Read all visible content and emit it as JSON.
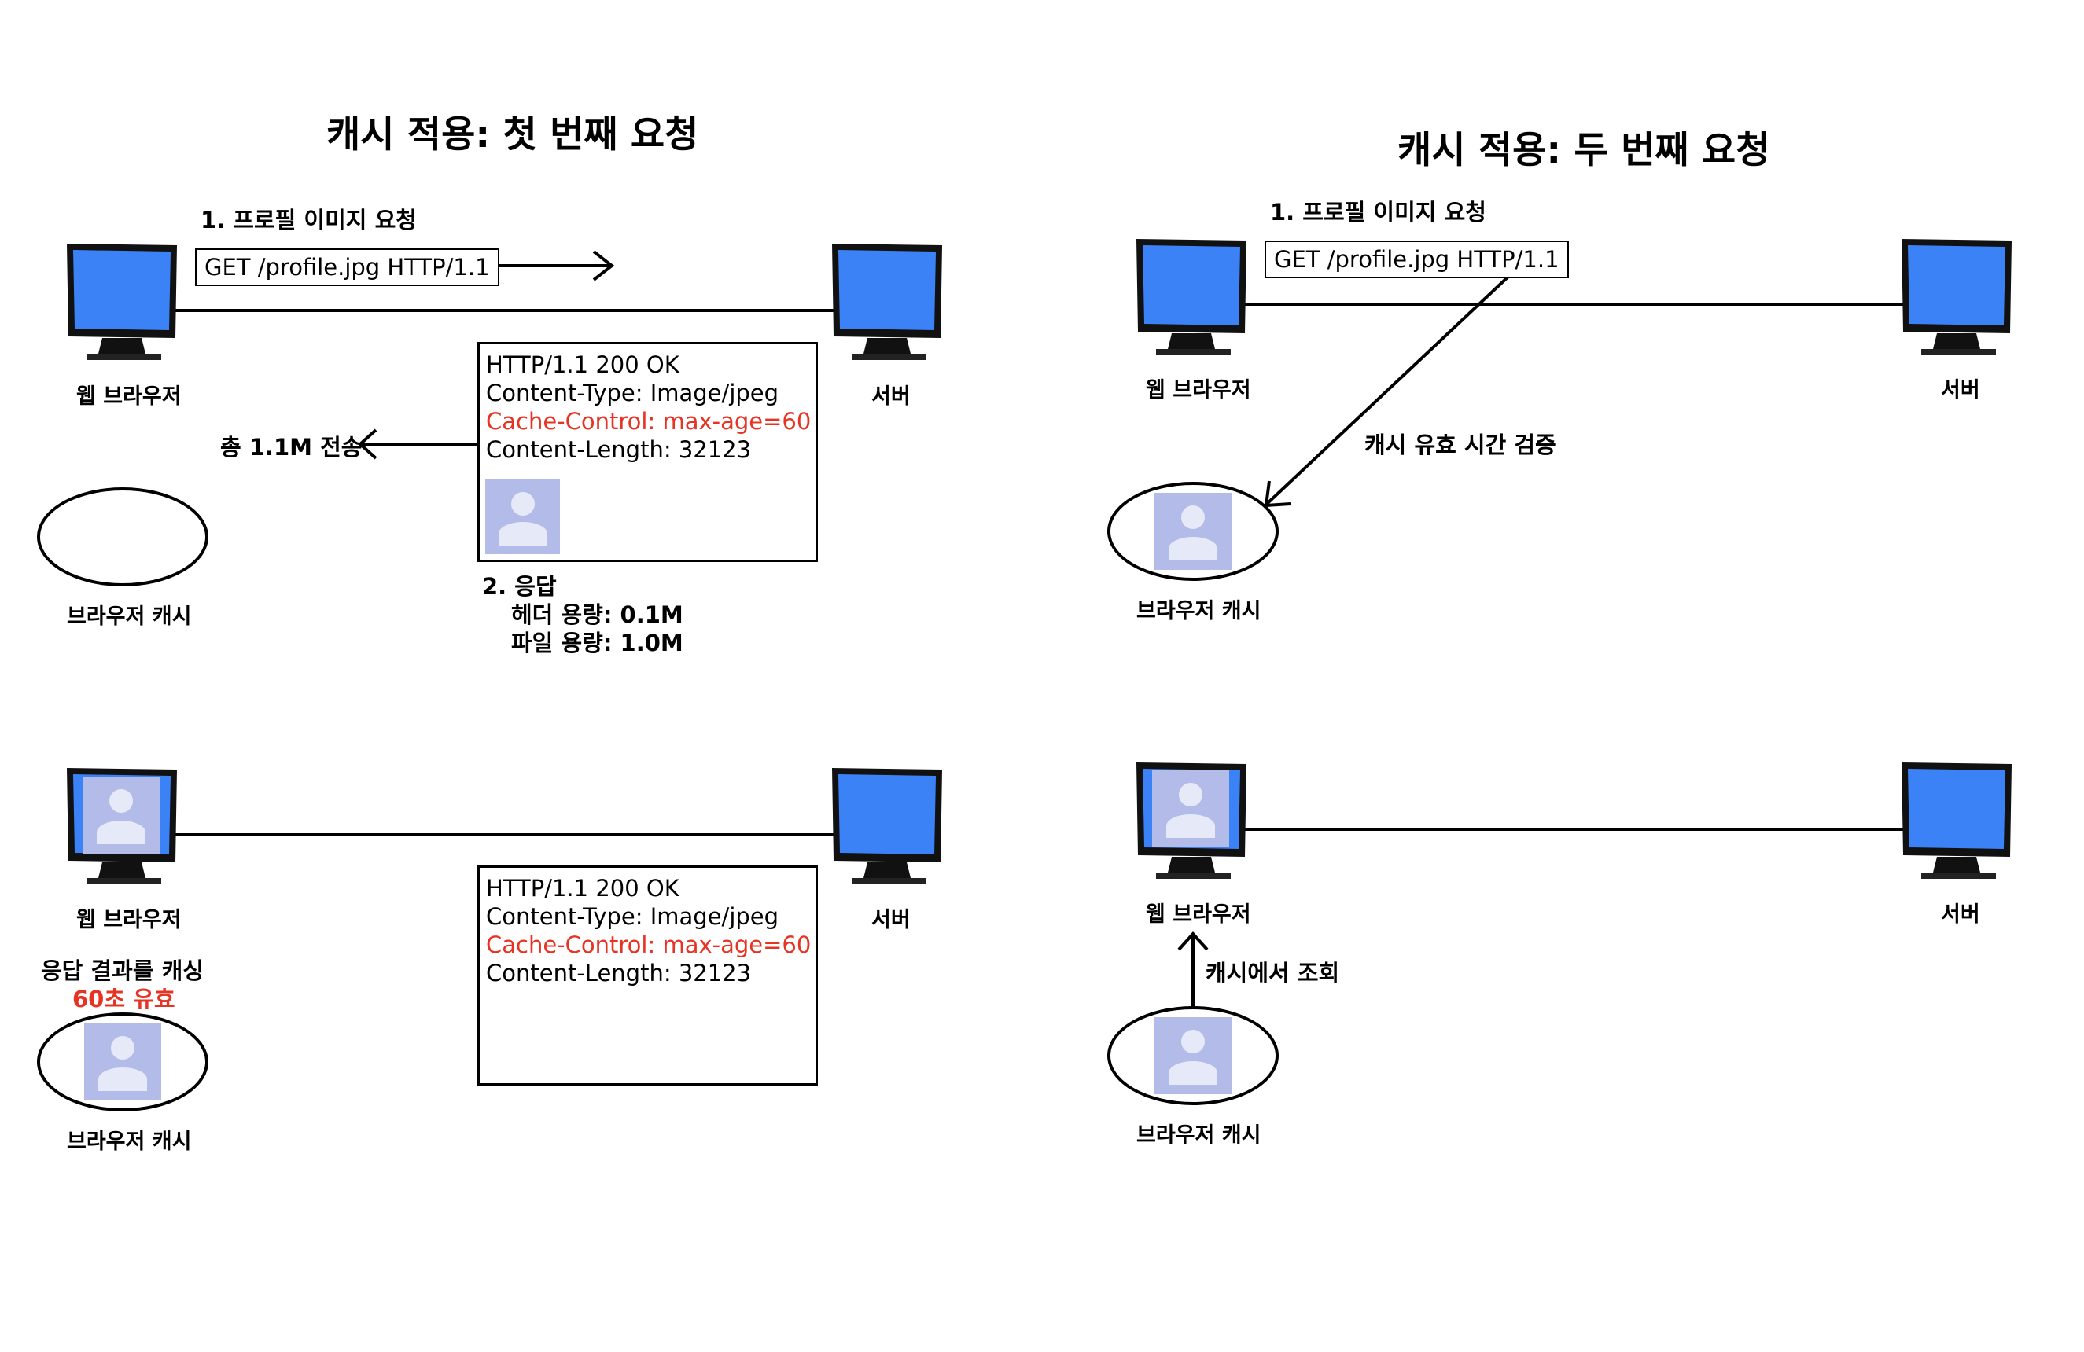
{
  "colors": {
    "screen": "#3b82f6",
    "frame": "#111111",
    "accent_red": "#e63323",
    "avatar_bg": "#b3bce9",
    "avatar_fg": "#e6e9f8"
  },
  "panel1": {
    "title": "캐시 적용: 첫 번째 요청",
    "step1": "1. 프로필 이미지 요청",
    "request": "GET /profile.jpg HTTP/1.1",
    "client_label": "웹 브라우저",
    "server_label": "서버",
    "transfer": "총 1.1M 전송",
    "cache_label": "브라우저 캐시",
    "response": [
      "HTTP/1.1 200 OK",
      "Content-Type: Image/jpeg",
      "Cache-Control: max-age=60",
      "Content-Length: 32123"
    ],
    "step2": "2. 응답",
    "header_size": "헤더 용량: 0.1M",
    "file_size": "파일 용량: 1.0M"
  },
  "panel2": {
    "client_label": "웹 브라우저",
    "server_label": "서버",
    "cache_note_1": "응답 결과를 캐싱",
    "cache_note_2": "60초 유효",
    "cache_label": "브라우저 캐시",
    "response": [
      "HTTP/1.1 200 OK",
      "Content-Type: Image/jpeg",
      "Cache-Control: max-age=60",
      "Content-Length: 32123"
    ]
  },
  "panel3": {
    "title": "캐시 적용: 두 번째 요청",
    "step1": "1. 프로필 이미지 요청",
    "request": "GET /profile.jpg HTTP/1.1",
    "client_label": "웹 브라우저",
    "server_label": "서버",
    "validate": "캐시 유효 시간 검증",
    "cache_label": "브라우저 캐시"
  },
  "panel4": {
    "client_label": "웹 브라우저",
    "server_label": "서버",
    "lookup": "캐시에서 조회",
    "cache_label": "브라우저 캐시"
  }
}
